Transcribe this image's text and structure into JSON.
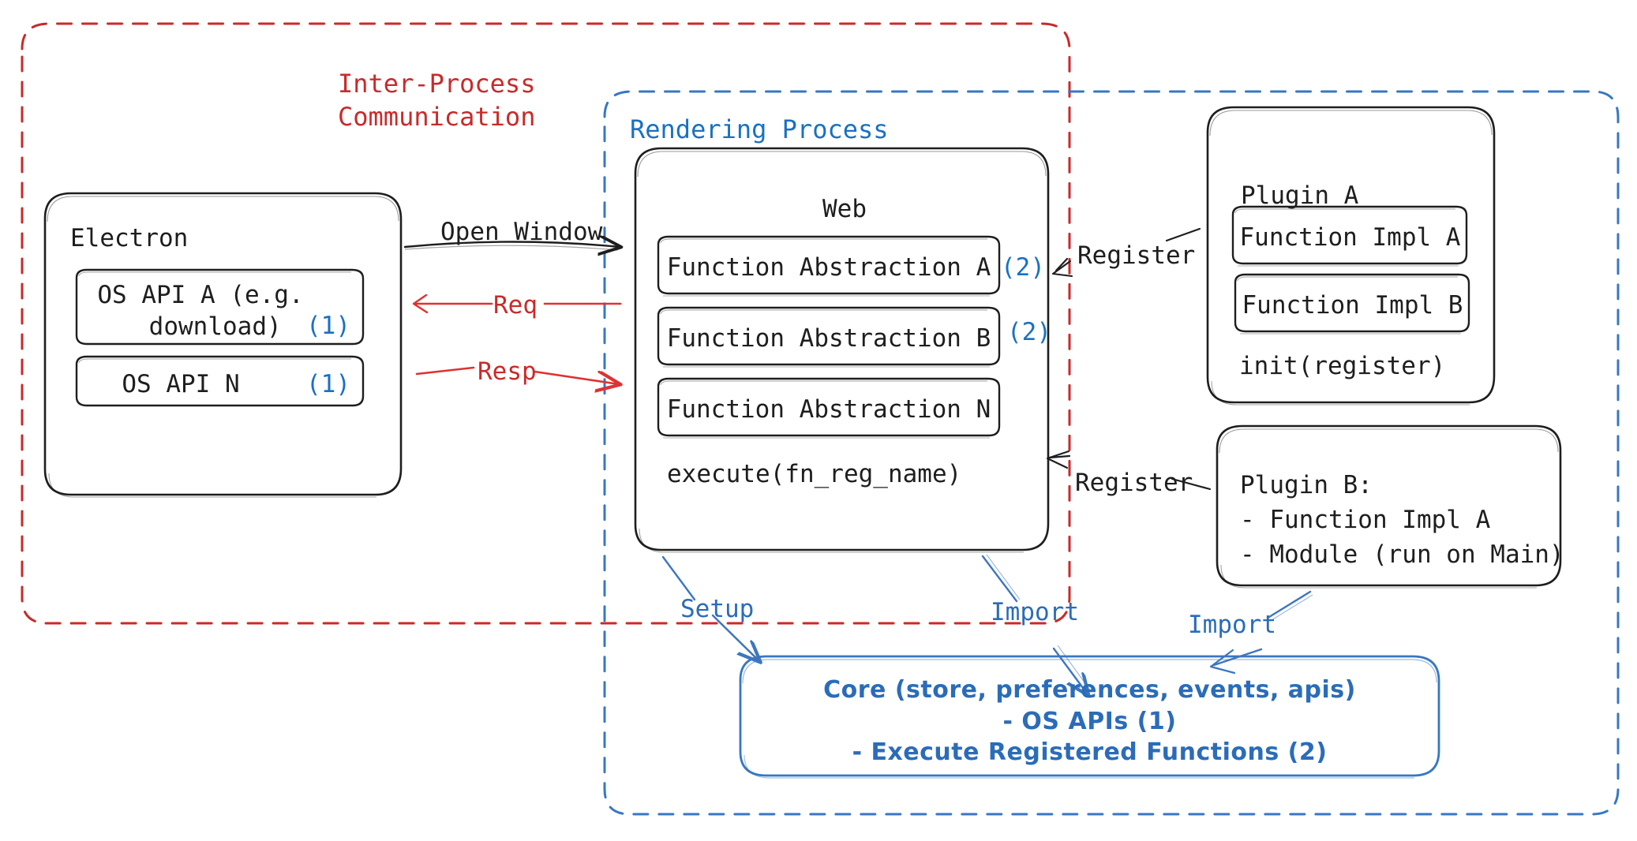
{
  "diagram": {
    "title": "Electron plugin architecture",
    "colors": {
      "ipc_red": "#c92a2a",
      "process_blue": "#1971c2",
      "core_blue": "#2b6cb8",
      "stroke_black": "#1e1e1e",
      "background": "#ffffff"
    },
    "containers": {
      "ipc": {
        "label": "Inter-Process\nCommunication",
        "line1": "Inter-Process",
        "line2": "Communication",
        "style": "dashed",
        "color": "#c92a2a"
      },
      "rendering": {
        "label": "Rendering Process",
        "style": "dashed",
        "color": "#1971c2"
      }
    },
    "electron": {
      "title": "Electron",
      "apis": [
        {
          "label": "OS API A (e.g.\n  download)",
          "line1": "OS API A (e.g.",
          "line2": "  download)",
          "marker": "(1)"
        },
        {
          "label": "OS API N",
          "line1": "OS API N",
          "line2": "",
          "marker": "(1)"
        }
      ]
    },
    "web": {
      "title": "Web",
      "abstractions": [
        {
          "label": "Function Abstraction A",
          "marker": "(2)"
        },
        {
          "label": "Function Abstraction B",
          "marker": "(2)"
        },
        {
          "label": "Function Abstraction N",
          "marker": ""
        }
      ],
      "footer": "execute(fn_reg_name)"
    },
    "plugin_a": {
      "title": "Plugin A",
      "impls": [
        "Function Impl A",
        "Function Impl B"
      ],
      "footer": "init(register)"
    },
    "plugin_b": {
      "title": "Plugin B:",
      "items": [
        "- Function Impl A",
        "- Module (run on Main)"
      ]
    },
    "core": {
      "line1": "Core (store, preferences, events, apis)",
      "line2": "- OS APIs (1)",
      "line3": "- Execute Registered Functions (2)"
    },
    "arrows": [
      {
        "name": "open-window",
        "label": "Open Window",
        "color": "#1e1e1e",
        "from": "Electron",
        "to": "Web"
      },
      {
        "name": "req",
        "label": "Req",
        "color": "#c92a2a",
        "from": "Web",
        "to": "Electron"
      },
      {
        "name": "resp",
        "label": "Resp",
        "color": "#c92a2a",
        "from": "Electron",
        "to": "Web"
      },
      {
        "name": "register-plugin-a",
        "label": "Register",
        "color": "#1e1e1e",
        "from": "Plugin A",
        "to": "Web"
      },
      {
        "name": "register-plugin-b",
        "label": "Register",
        "color": "#1e1e1e",
        "from": "Plugin B",
        "to": "Web"
      },
      {
        "name": "setup",
        "label": "Setup",
        "color": "#2b6cb8",
        "from": "Web",
        "to": "Core"
      },
      {
        "name": "import-web",
        "label": "Import",
        "color": "#2b6cb8",
        "from": "Web",
        "to": "Core"
      },
      {
        "name": "import-plugin-b",
        "label": "Import",
        "color": "#2b6cb8",
        "from": "Plugin B",
        "to": "Core"
      }
    ]
  }
}
